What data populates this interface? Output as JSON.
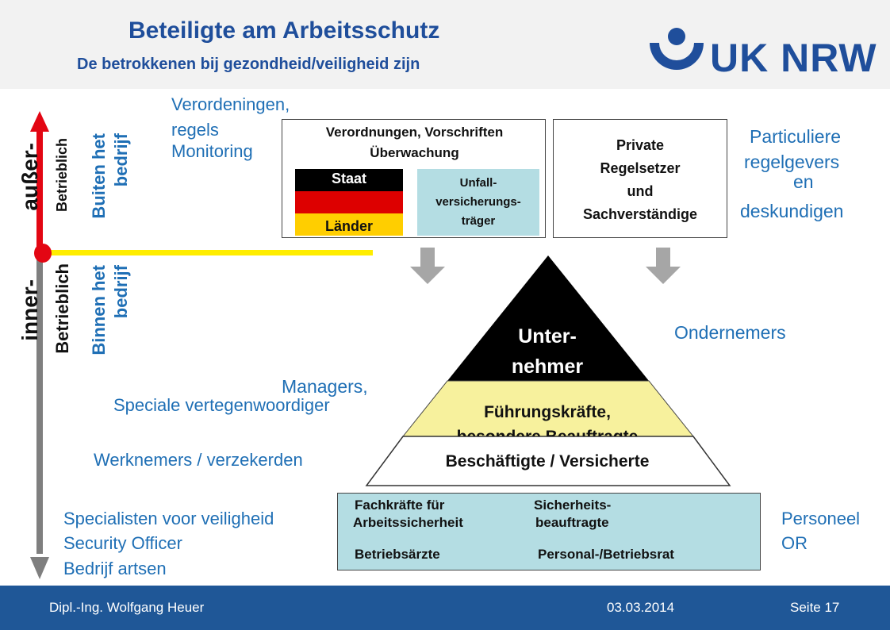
{
  "header": {
    "title": "Beteiligte am Arbeitsschutz",
    "subtitle": "De betrokkenen bij gezondheid/veiligheid zijn",
    "logo_text": "UK NRW"
  },
  "colors": {
    "accent_blue": "#1f4e9b",
    "text_blue": "#1f6fb5",
    "box_teal": "#b4dde3",
    "pyramid_yellow": "#f7f19d",
    "axis_red": "#e30613",
    "divider_yellow": "#ffed00"
  },
  "axis": {
    "outer_label": "außer-",
    "outer_sub": "Betrieblich",
    "outer_nl": [
      "Buiten het",
      "bedrijf"
    ],
    "inner_label": "inner-",
    "inner_sub": "Betrieblich",
    "inner_nl": [
      "Binnen het",
      "bedrijf"
    ]
  },
  "annotations": {
    "verordeningen": [
      "Verordeningen,",
      "regels"
    ],
    "monitoring": "Monitoring",
    "particuliere": [
      "Particuliere",
      "regelgevers"
    ],
    "en": "en",
    "deskundigen": "deskundigen",
    "ondernemers": "Ondernemers",
    "managers": "Managers,",
    "speciale": "Speciale vertegenwoordiger",
    "werknemers": "Werknemers / verzekerden",
    "specialisten": [
      "Specialisten voor veiligheid",
      "Security Officer",
      "Bedrijf artsen"
    ],
    "personeel": [
      "Personeel",
      "OR"
    ]
  },
  "box_state": {
    "title_lines": [
      "Verordnungen, Vorschriften",
      "Überwachung"
    ],
    "flag_top": "Staat",
    "flag_bottom": "Länder",
    "unfall": [
      "Unfall-",
      "versicherungs-",
      "träger"
    ]
  },
  "box_private": {
    "lines": [
      "Private",
      "Regelsetzer",
      "und",
      "Sachverständige"
    ]
  },
  "pyramid": {
    "top": [
      "Unter-",
      "nehmer"
    ],
    "middle": "Führungskräfte,",
    "middle_hidden": "besondere Beauftragte",
    "bottom": "Beschäftigte / Versicherte"
  },
  "bottom_box": {
    "c1": [
      "Fachkräfte für",
      "Arbeitssicherheit"
    ],
    "c2": [
      "Sicherheits-",
      "beauftragte"
    ],
    "c3": "Betriebsärzte",
    "c4": "Personal-/Betriebsrat"
  },
  "footer": {
    "author": "Dipl.-Ing. Wolfgang Heuer",
    "date": "03.03.2014",
    "page": "Seite 17"
  }
}
